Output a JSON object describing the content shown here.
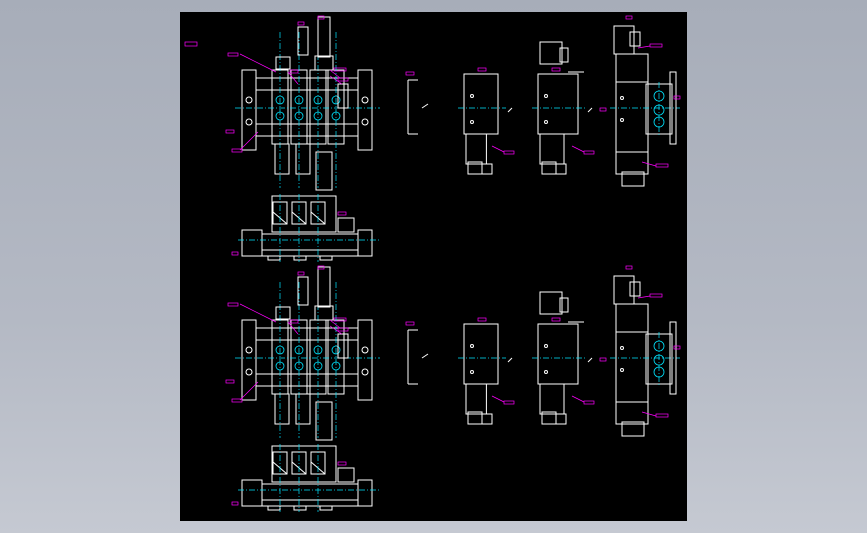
{
  "app": {
    "view": "cad-drawing-preview",
    "colors": {
      "background": "#b4b9c4",
      "sheet": "#000000",
      "outline": "#ffffff",
      "centerline": "#00e5ff",
      "dimension": "#ff00ff"
    }
  },
  "drawing": {
    "sheet_label": "",
    "groups": [
      "upper-valve-set",
      "lower-valve-set"
    ]
  }
}
